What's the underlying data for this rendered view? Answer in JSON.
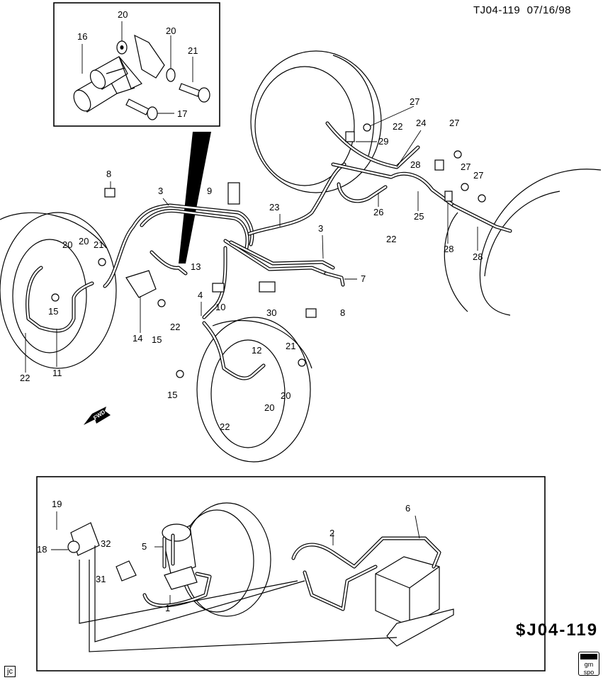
{
  "header": {
    "ref": "TJ04-119",
    "date": "07/16/98"
  },
  "footer": {
    "code": "J04-119",
    "code_symbol": "$",
    "corner_tag": "jc",
    "logo_lines": [
      "gm",
      "spo"
    ]
  },
  "direction": {
    "label": "FWD"
  },
  "callouts": {
    "c1": "1",
    "c2": "2",
    "c3a": "3",
    "c3b": "3",
    "c4": "4",
    "c5": "5",
    "c6": "6",
    "c7": "7",
    "c8a": "8",
    "c8b": "8",
    "c9": "9",
    "c10": "10",
    "c11": "11",
    "c12": "12",
    "c13": "13",
    "c14": "14",
    "c15a": "15",
    "c15b": "15",
    "c15c": "15",
    "c16": "16",
    "c17": "17",
    "c18": "18",
    "c19": "19",
    "c20a": "20",
    "c20b": "20",
    "c20c": "20",
    "c20d": "20",
    "c20e": "20",
    "c20f": "20",
    "c21a": "21",
    "c21b": "21",
    "c21c": "21",
    "c22a": "22",
    "c22b": "22",
    "c22c": "22",
    "c22d": "22",
    "c22e": "22",
    "c23": "23",
    "c24": "24",
    "c25": "25",
    "c26": "26",
    "c27a": "27",
    "c27b": "27",
    "c27c": "27",
    "c27d": "27",
    "c28a": "28",
    "c28b": "28",
    "c28c": "28",
    "c29": "29",
    "c30": "30",
    "c31": "31",
    "c32": "32"
  }
}
